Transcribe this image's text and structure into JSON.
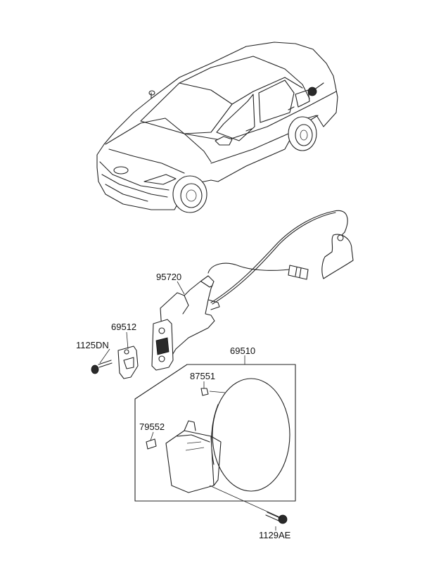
{
  "parts": {
    "p95720": "95720",
    "p69512": "69512",
    "p1125DN": "1125DN",
    "p69510": "69510",
    "p87551": "87551",
    "p79552": "79552",
    "p1129AE": "1129AE"
  }
}
